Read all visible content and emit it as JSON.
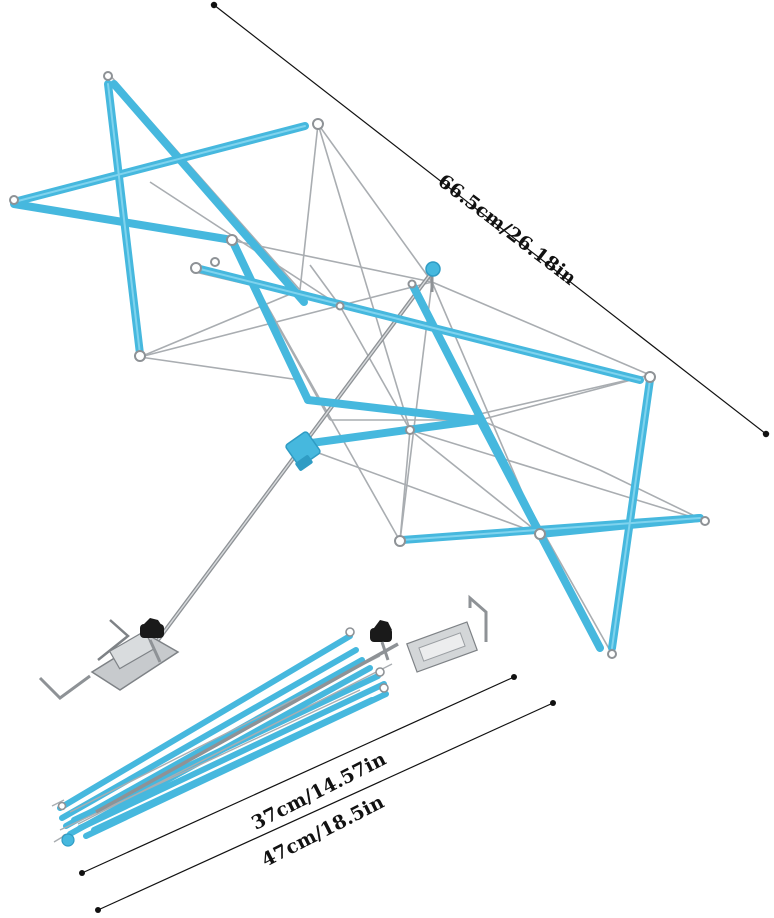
{
  "product_image": {
    "subject": "umbrella-swift-yarn-winder",
    "colors": {
      "frame_blue": "#46b8de",
      "frame_blue_dark": "#2f9cc4",
      "wire_silver": "#a9adb1",
      "rod_silver": "#8e9296",
      "knob_black": "#1a1a1a",
      "dimension_line": "#111111",
      "background": "#ffffff"
    }
  },
  "dimensions": {
    "expanded_length": "66.5cm/26.18in",
    "folded_short": "37cm/14.57in",
    "folded_long": "47cm/18.5in"
  }
}
